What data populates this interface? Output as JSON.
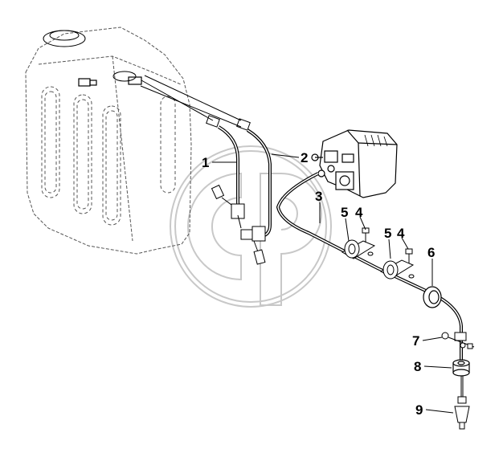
{
  "callouts": [
    {
      "label": "1"
    },
    {
      "label": "2"
    },
    {
      "label": "3"
    },
    {
      "label": "5"
    },
    {
      "label": "4"
    },
    {
      "label": "5"
    },
    {
      "label": "4"
    },
    {
      "label": "6"
    },
    {
      "label": "7"
    },
    {
      "label": "8"
    },
    {
      "label": "9"
    }
  ],
  "colors": {
    "line": "#000000",
    "dash": "#555555",
    "watermark": "#c8c8c8",
    "background": "#ffffff"
  }
}
